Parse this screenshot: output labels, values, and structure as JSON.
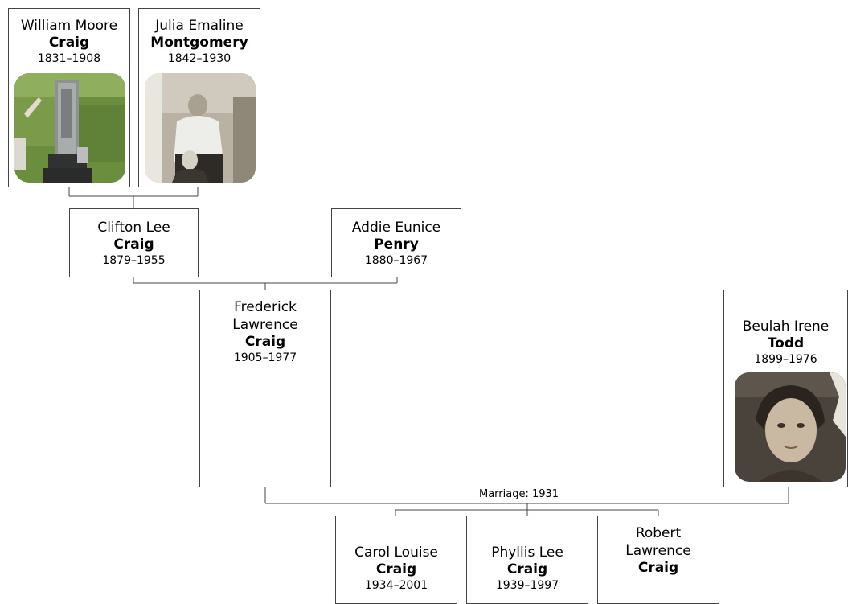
{
  "people": {
    "william": {
      "given": "William Moore",
      "surname": "Craig",
      "dates": "1831–1908",
      "photo": "gravestone-photo"
    },
    "julia": {
      "given": "Julia Emaline",
      "surname": "Montgomery",
      "dates": "1842–1930",
      "photo": "portrait-photo"
    },
    "clifton": {
      "given": "Clifton Lee",
      "surname": "Craig",
      "dates": "1879–1955"
    },
    "addie": {
      "given": "Addie Eunice",
      "surname": "Penry",
      "dates": "1880–1967"
    },
    "frederick": {
      "given": "Frederick Lawrence",
      "surname": "Craig",
      "dates": "1905–1977"
    },
    "beulah": {
      "given": "Beulah Irene",
      "surname": "Todd",
      "dates": "1899–1976",
      "photo": "portrait-photo"
    },
    "carol": {
      "given": "Carol Louise",
      "surname": "Craig",
      "dates": "1934–2001"
    },
    "phyllis": {
      "given": "Phyllis Lee",
      "surname": "Craig",
      "dates": "1939–1997"
    },
    "robert": {
      "given": "Robert Lawrence",
      "surname": "Craig"
    }
  },
  "marriage_label": "Marriage: 1931"
}
